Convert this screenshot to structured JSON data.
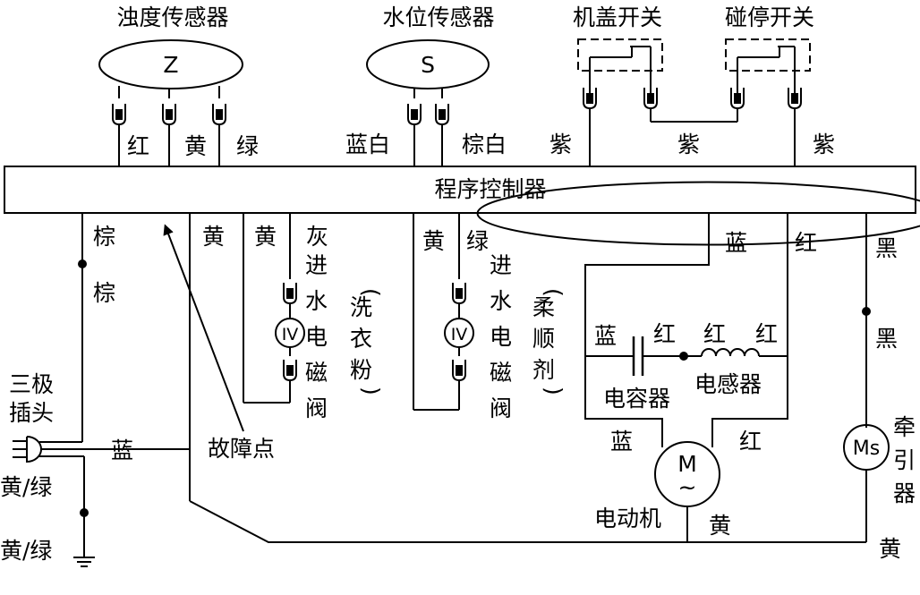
{
  "sensors": {
    "turbidity_title": "浊度传感器",
    "turbidity_symbol": "Z",
    "water_level_title": "水位传感器",
    "water_level_symbol": "S",
    "lid_switch_title": "机盖开关",
    "stop_switch_title": "碰停开关"
  },
  "top_wire_labels": {
    "red": "红",
    "yellow": "黄",
    "green": "绿",
    "blue_white": "蓝白",
    "brown_white": "棕白",
    "purple_1": "紫",
    "purple_2": "紫",
    "purple_3": "紫"
  },
  "controller": {
    "label": "程序控制器"
  },
  "left_section": {
    "brown_1": "棕",
    "brown_2": "棕",
    "plug_label_line1": "三极",
    "plug_label_line2": "插头",
    "blue": "蓝",
    "yellow_green_1": "黄/绿",
    "yellow_green_2": "黄/绿",
    "fault_point": "故障点"
  },
  "valves": {
    "wire_yellow_1": "黄",
    "wire_yellow_2": "黄",
    "wire_gray": "灰",
    "valve_symbol_1": "IV",
    "valve1_name": [
      "进",
      "水",
      "电",
      "磁",
      "阀"
    ],
    "valve1_purpose": [
      "(",
      "洗",
      "衣",
      "粉",
      ")"
    ],
    "wire_yellow_3": "黄",
    "wire_green": "绿",
    "valve_symbol_2": "IV",
    "valve2_name": [
      "进",
      "水",
      "电",
      "磁",
      "阀"
    ],
    "valve2_purpose": [
      "(",
      "柔",
      "顺",
      "剂",
      ")"
    ]
  },
  "motor_section": {
    "blue_top": "蓝",
    "red_top": "红",
    "cap_blue": "蓝",
    "cap_red": "红",
    "ind_red_1": "红",
    "ind_red_2": "红",
    "capacitor": "电容器",
    "inductor": "电感器",
    "motor_blue": "蓝",
    "motor_red": "红",
    "motor_symbol": "M",
    "motor_tilde": "~",
    "motor_label": "电动机",
    "motor_yellow": "黄"
  },
  "right_section": {
    "black_1": "黑",
    "black_2": "黑",
    "tractor_symbol": "Ms",
    "tractor_label": [
      "牵",
      "引",
      "器"
    ],
    "yellow": "黄"
  }
}
